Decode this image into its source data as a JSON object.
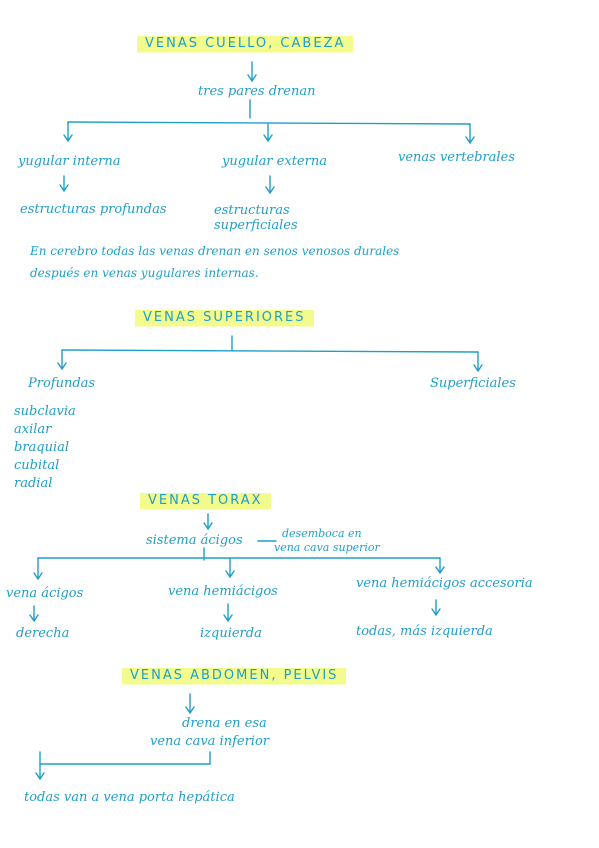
{
  "sections": {
    "cuello": {
      "title": "VENAS CUELLO, CABEZA",
      "sub": "tres pares drenan",
      "branches": [
        "yugular interna",
        "yugular externa",
        "venas vertebrales"
      ],
      "leaves": [
        "estructuras profundas",
        "estructuras superficiales"
      ],
      "note_line1": "En cerebro todas las venas drenan en senos venosos durales",
      "note_line2": "después en venas yugulares internas."
    },
    "superiores": {
      "title": "VENAS SUPERIORES",
      "branches": [
        "Profundas",
        "Superficiales"
      ],
      "list": [
        "subclavia",
        "axilar",
        "braquial",
        "cubital",
        "radial"
      ]
    },
    "torax": {
      "title": "VENAS TORAX",
      "sub": "sistema ácigos",
      "sub_note_line1": "desemboca en",
      "sub_note_line2": "vena cava superior",
      "branches": [
        "vena ácigos",
        "vena hemiácigos",
        "vena hemiácigos accesoria"
      ],
      "leaves": [
        "derecha",
        "izquierda",
        "todas, más izquierda"
      ]
    },
    "abdomen": {
      "title": "VENAS ABDOMEN, PELVIS",
      "sub_line1": "drena en esa",
      "sub_line2": "vena cava inferior",
      "leaf": "todas van a vena porta hepática"
    }
  }
}
